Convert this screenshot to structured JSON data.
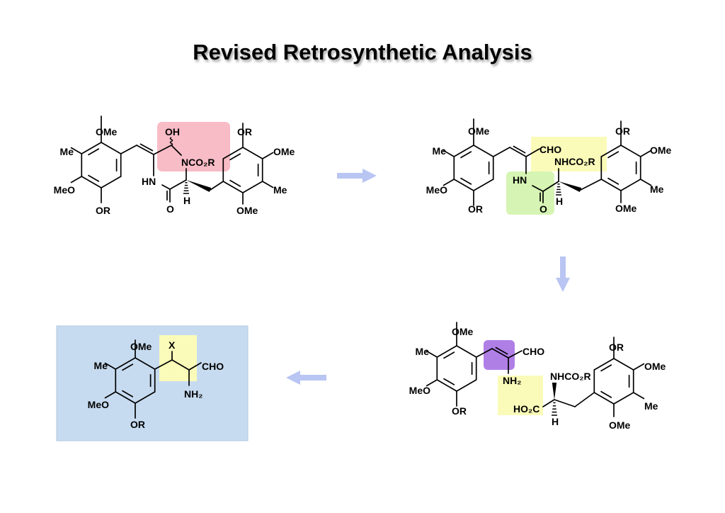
{
  "title": "Revised Retrosynthetic Analysis",
  "colors": {
    "arrow": "#b9c5f2",
    "pink_highlight": "#f8bcc6",
    "yellow_highlight": "#fafbb9",
    "green_highlight": "#d6f5b4",
    "purple_highlight": "#b07fe6",
    "panel_blue": "#c7dbf0"
  },
  "molecules": {
    "m1": {
      "ome_top": "OMe",
      "me": "Me",
      "meo": "MeO",
      "or_bottom": "OR",
      "oh": "OH",
      "nco2r": "NCO₂R",
      "hn": "HN",
      "o": "O",
      "h": "H",
      "r_or": "OR",
      "r_ome": "OMe",
      "r_me": "Me",
      "r_ome_bottom": "OMe"
    },
    "m2": {
      "ome_top": "OMe",
      "me": "Me",
      "meo": "MeO",
      "or_bottom": "OR",
      "cho": "CHO",
      "hn": "HN",
      "o": "O",
      "nhco2r": "NHCO₂R",
      "h": "H",
      "r_or": "OR",
      "r_ome": "OMe",
      "r_me": "Me",
      "r_ome_bottom": "OMe"
    },
    "m3": {
      "ome_top": "OMe",
      "me": "Me",
      "meo": "MeO",
      "or_bottom": "OR",
      "cho": "CHO",
      "nh2": "NH₂",
      "ho2c": "HO₂C",
      "nhco2r": "NHCO₂R",
      "h": "H",
      "r_or": "OR",
      "r_ome": "OMe",
      "r_me": "Me",
      "r_ome_bottom": "OMe"
    },
    "m4": {
      "ome_top": "OMe",
      "me": "Me",
      "meo": "MeO",
      "or_bottom": "OR",
      "x": "X",
      "cho": "CHO",
      "nh2": "NH₂"
    }
  }
}
